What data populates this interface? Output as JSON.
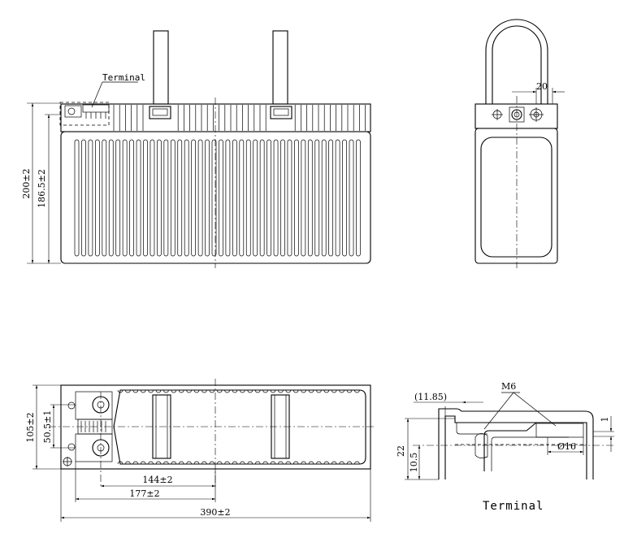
{
  "labels": {
    "terminal_callout": "Terminal",
    "terminal_caption": "Terminal",
    "m6": "M6"
  },
  "dimensions": {
    "total_height": "200±2",
    "container_height": "186.5±2",
    "handle_offset": "20",
    "width": "105±2",
    "terminal_spacing": "50.5±1",
    "length": "390±2",
    "dim_144": "144±2",
    "dim_177": "177±2",
    "dim_11_85": "(11.85)",
    "dim_22": "22",
    "dim_10_5": "10.5",
    "dim_1": "1",
    "dia_16": "Ø16"
  }
}
